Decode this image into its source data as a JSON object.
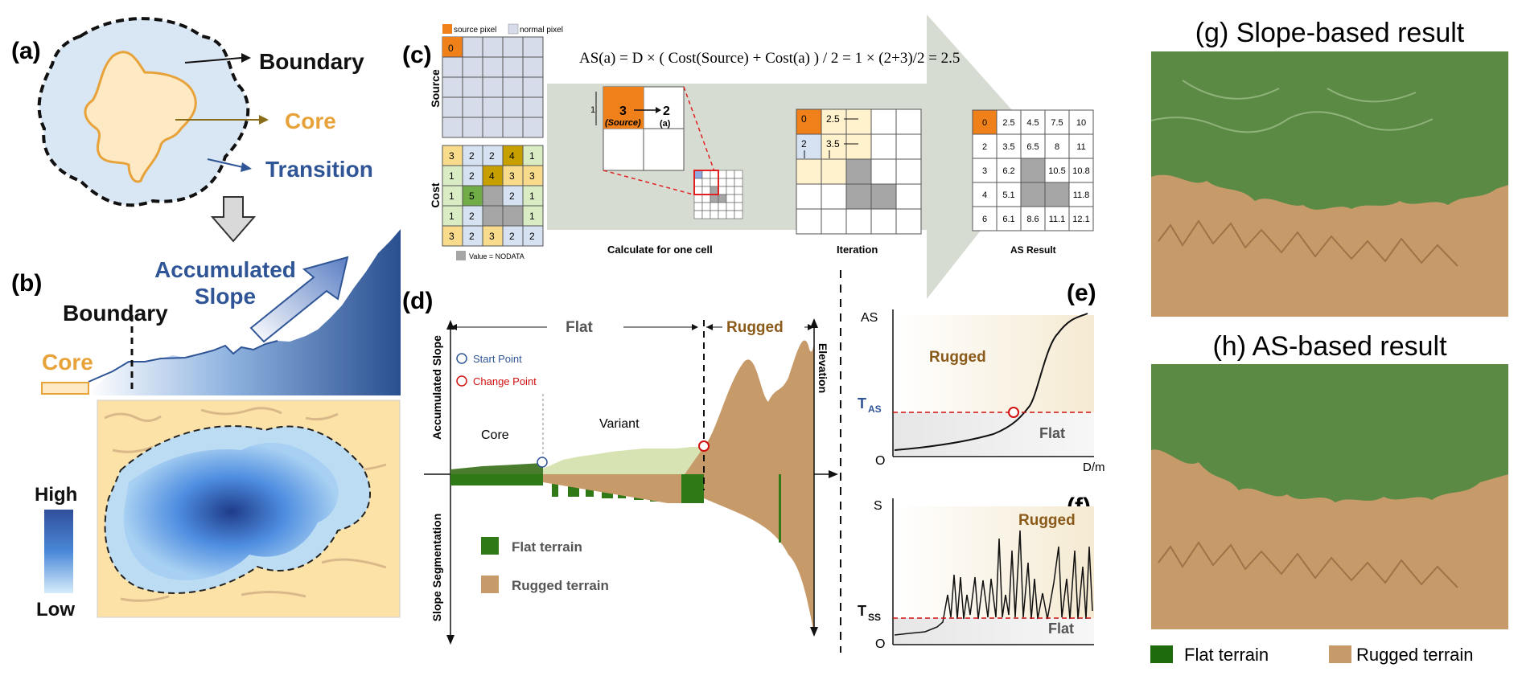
{
  "panel_a": {
    "label": "(a)",
    "boundary": "Boundary",
    "core": "Core",
    "transition": "Transition",
    "colors": {
      "core": "#e8a23a",
      "transition": "#2f5597",
      "fill": "#d9e6f3",
      "core_fill": "#fde9c4"
    }
  },
  "panel_b": {
    "label": "(b)",
    "accumulated": "Accumulated",
    "slope": "Slope",
    "boundary": "Boundary",
    "core": "Core",
    "high": "High",
    "low": "Low"
  },
  "panel_c": {
    "label": "(c)",
    "legend_source": "source pixel",
    "legend_normal": "normal pixel",
    "source_axis": "Source",
    "cost_axis": "Cost",
    "nodata_legend": "Value = NODATA",
    "formula": "AS(a) = D × ( Cost(Source) + Cost(a) ) / 2 = 1 × (2+3)/2 = 2.5",
    "source_val": "0",
    "cost_grid": [
      [
        "3",
        "2",
        "2",
        "4",
        "1"
      ],
      [
        "1",
        "2",
        "4",
        "3",
        "3"
      ],
      [
        "1",
        "5",
        "",
        "2",
        "1"
      ],
      [
        "1",
        "2",
        "",
        "",
        "1"
      ],
      [
        "3",
        "2",
        "3",
        "2",
        "2"
      ]
    ],
    "one_cell": {
      "source_num": "3",
      "source_lab": "(Source)",
      "a_num": "2",
      "a_lab": "(a)",
      "dist": "1"
    },
    "iter": {
      "v00": "0",
      "v01": "2.5",
      "v10": "2",
      "v11": "3.5"
    },
    "as_result": [
      [
        "0",
        "2.5",
        "4.5",
        "7.5",
        "10"
      ],
      [
        "2",
        "3.5",
        "6.5",
        "8",
        "11"
      ],
      [
        "3",
        "6.2",
        "",
        "10.5",
        "10.8"
      ],
      [
        "4",
        "5.1",
        "",
        "",
        "11.8"
      ],
      [
        "6",
        "6.1",
        "8.6",
        "11.1",
        "12.1"
      ]
    ],
    "captions": {
      "one": "Calculate for one cell",
      "iter": "Iteration",
      "result": "AS Result"
    }
  },
  "panel_d": {
    "label": "(d)",
    "flat": "Flat",
    "rugged": "Rugged",
    "start": "Start Point",
    "change": "Change Point",
    "core": "Core",
    "variant": "Variant",
    "as_axis": "Accumulated Slope",
    "ss_axis": "Slope Segmentation",
    "elev": "Elevation",
    "flat_terrain": "Flat terrain",
    "rugged_terrain": "Rugged terrain"
  },
  "panel_e": {
    "label": "(e)",
    "y": "AS",
    "origin": "O",
    "x": "D/m",
    "rugged": "Rugged",
    "flat": "Flat",
    "t_main": "T",
    "t_sub": "AS"
  },
  "panel_f": {
    "label": "(f)",
    "y": "S",
    "origin": "O",
    "rugged": "Rugged",
    "flat": "Flat",
    "t_main": "T",
    "t_sub": "SS"
  },
  "panel_g": {
    "title": "(g) Slope-based result"
  },
  "panel_h": {
    "title": "(h) AS-based result"
  },
  "legend": {
    "flat": "Flat terrain",
    "rugged": "Rugged terrain"
  },
  "colors": {
    "flat_green": "#1e6b0e",
    "rugged_brown": "#c79a6a",
    "map_green": "#5b8a45",
    "orange": "#f0801a",
    "nodata": "#a6a6a6",
    "blue_dark": "#2f5597"
  }
}
